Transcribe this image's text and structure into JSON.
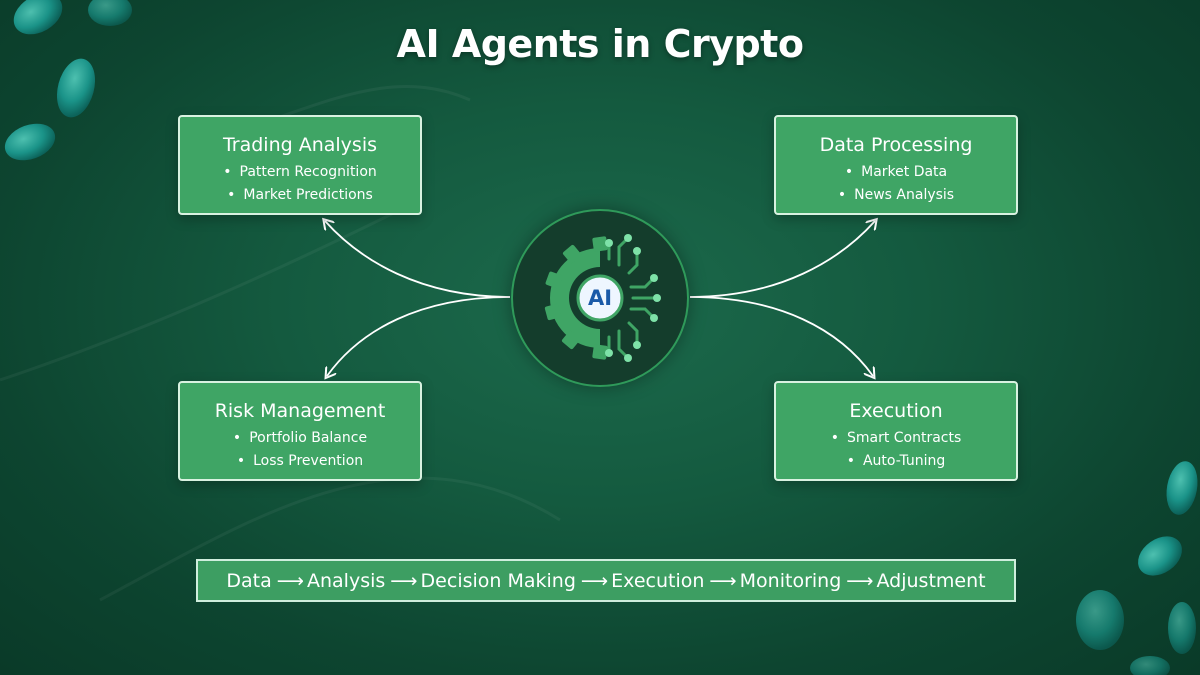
{
  "title": "AI Agents in Crypto",
  "hub": {
    "label": "AI",
    "icon": "ai-gear-circuit-icon"
  },
  "cards": {
    "trading": {
      "title": "Trading Analysis",
      "items": [
        "Pattern Recognition",
        "Market Predictions"
      ]
    },
    "data": {
      "title": "Data Processing",
      "items": [
        "Market Data",
        "News Analysis"
      ]
    },
    "risk": {
      "title": "Risk Management",
      "items": [
        "Portfolio Balance",
        "Loss Prevention"
      ]
    },
    "execution": {
      "title": "Execution",
      "items": [
        "Smart Contracts",
        "Auto-Tuning"
      ]
    }
  },
  "flow": {
    "steps": [
      "Data",
      "Analysis",
      "Decision Making",
      "Execution",
      "Monitoring",
      "Adjustment"
    ],
    "separator": "⟶"
  },
  "colors": {
    "background": "#145a3f",
    "card": "#3fa565",
    "card_border": "#d9f2e1",
    "hub_fill": "#143d2c",
    "gear": "#3fa565",
    "ai_text": "#1a5aa8",
    "circuit_dot": "#7ee2a8"
  }
}
